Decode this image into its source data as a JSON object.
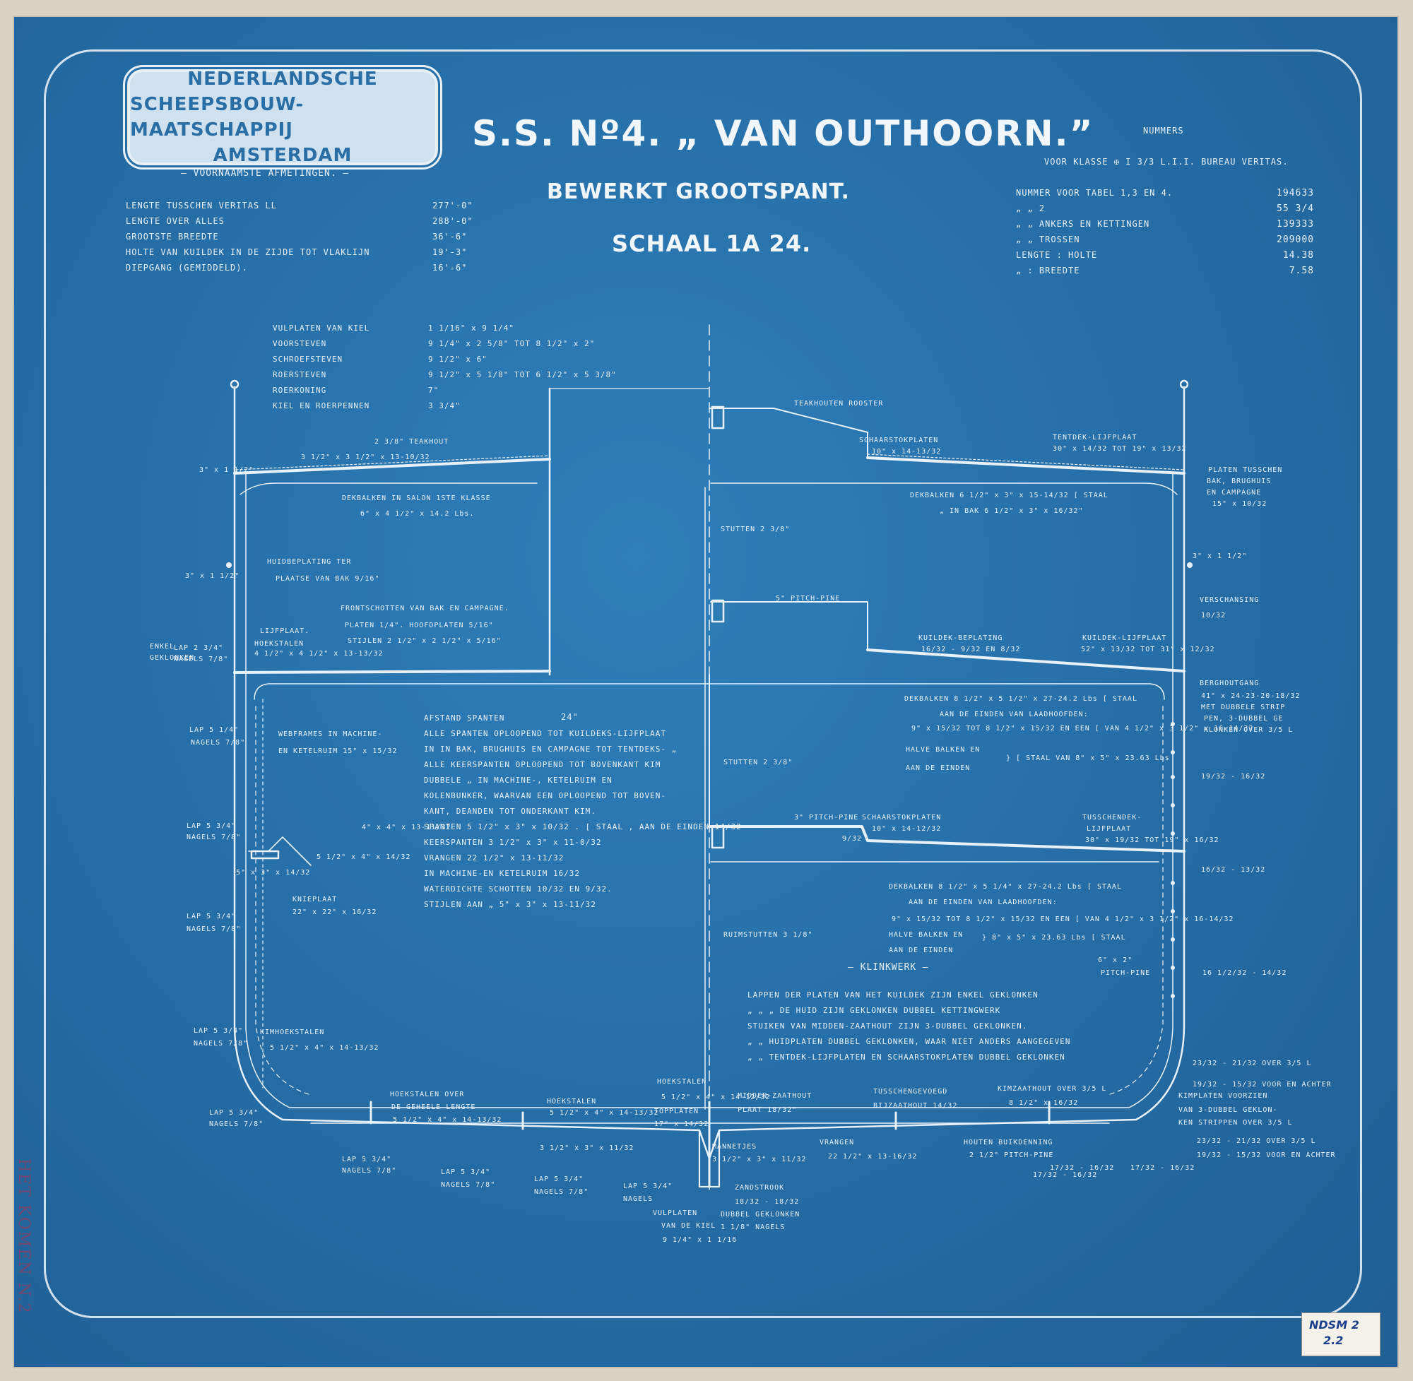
{
  "company": {
    "line1": "NEDERLANDSCHE",
    "line2": "SCHEEPSBOUW-MAATSCHAPPIJ",
    "line3": "AMSTERDAM"
  },
  "title": {
    "main": "S.S. Nº4. „ VAN OUTHOORN.”",
    "sub": "BEWERKT GROOTSPANT.",
    "scale": "SCHAAL 1A 24."
  },
  "dimensions": {
    "heading": "VOORNAAMSTE AFMETINGEN.",
    "rows": [
      {
        "label": "LENGTE TUSSCHEN VERITAS LL",
        "value": "277'-0\""
      },
      {
        "label": "LENGTE OVER ALLES",
        "value": "288'-0\""
      },
      {
        "label": "GROOTSTE BREEDTE",
        "value": "36'-6\""
      },
      {
        "label": "HOLTE VAN KUILDEK IN DE ZIJDE TOT VLAKLIJN",
        "value": "19'-3\""
      },
      {
        "label": "DIEPGANG (GEMIDDELD).",
        "value": "16'-6\""
      }
    ]
  },
  "numbers": {
    "heading": "NUMMERS",
    "class_line": "VOOR KLASSE ✠ I 3/3 L.I.I. BUREAU VERITAS.",
    "rows": [
      {
        "label": "NUMMER VOOR TABEL 1,3 EN 4.",
        "value": "194633"
      },
      {
        "label": "„      „      2",
        "value": "55 3/4"
      },
      {
        "label": "„  „  ANKERS EN KETTINGEN",
        "value": "139333"
      },
      {
        "label": "„  „  TROSSEN",
        "value": "209000"
      },
      {
        "label": "LENGTE : HOLTE",
        "value": "14.38"
      },
      {
        "label": "„  : BREEDTE",
        "value": "7.58"
      }
    ]
  },
  "scantlings": [
    {
      "label": "VULPLATEN VAN KIEL",
      "value": "1 1/16\" x 9 1/4\""
    },
    {
      "label": "VOORSTEVEN",
      "value": "9 1/4\" x 2 5/8\" TOT 8 1/2\" x 2\""
    },
    {
      "label": "SCHROEFSTEVEN",
      "value": "9 1/2\" x 6\""
    },
    {
      "label": "ROERSTEVEN",
      "value": "9 1/2\" x 5 1/8\" TOT 6 1/2\" x 5 3/8\""
    },
    {
      "label": "ROERKONING",
      "value": "7\""
    },
    {
      "label": "KIEL EN ROERPENNEN",
      "value": "3 3/4\""
    }
  ],
  "notes_left": {
    "spacing_label": "AFSTAND SPANTEN",
    "spacing_value": "24\"",
    "lines": [
      "ALLE SPANTEN OPLOOPEND TOT KUILDEKS-LIJFPLAAT",
      "IN IN BAK, BRUGHUIS EN CAMPAGNE TOT TENTDEKS- „",
      "ALLE KEERSPANTEN OPLOOPEND TOT BOVENKANT KIM",
      "DUBBELE   „  IN MACHINE-, KETELRUIM EN",
      "KOLENBUNKER, WAARVAN EEN OPLOOPEND TOT BOVEN-",
      "KANT, DEANDEN TOT ONDERKANT KIM.",
      "SPANTEN 5 1/2\" x 3\" x 10/32 . [ STAAL , AAN DE EINDEN 14/32",
      "KEERSPANTEN 3 1/2\" x 3\" x 11-0/32",
      "VRANGEN   22 1/2\" x 13-11/32",
      "IN MACHINE-EN KETELRUIM 16/32",
      "WATERDICHTE SCHOTTEN 10/32 EN 9/32.",
      "STIJLEN AAN   „   5\" x 3\" x 13-11/32"
    ]
  },
  "klinkwerk": {
    "heading": "KLINKWERK",
    "lines": [
      "LAPPEN DER PLATEN VAN HET KUILDEK ZIJN ENKEL GEKLONKEN",
      "„  „  „  DE HUID ZIJN GEKLONKEN DUBBEL KETTINGWERK",
      "STUIKEN VAN MIDDEN-ZAATHOUT ZIJN 3-DUBBEL GEKLONKEN.",
      "„  „  HUIDPLATEN DUBBEL GEKLONKEN, WAAR NIET ANDERS AANGEGEVEN",
      "„  „  TENTDEK-LIJFPLATEN EN SCHAARSTOKPLATEN DUBBEL GEKLONKEN"
    ]
  },
  "labels": [
    "2 3/8\" TEAKHOUT",
    "3 1/2\" x 3 1/2\" x 13-10/32",
    "DEKBALKEN IN SALON 1STE KLASSE",
    "6\" x 4 1/2\" x 14.2 Lbs.",
    "HUIDBEPLATING TER",
    "PLAATSE VAN BAK 9/16\"",
    "FRONTSCHOTTEN VAN BAK EN CAMPAGNE.",
    "PLATEN 1/4\". HOOFDPLATEN 5/16\"",
    "STIJLEN 2 1/2\" x 2 1/2\" x 5/16\"",
    "LIJFPLAAT.",
    "HOEKSTALEN",
    "4 1/2\" x 4 1/2\" x 13-13/32",
    "ENKEL",
    "GEKLONKEN",
    "LAP 2 3/4\"",
    "NAGELS 7/8\"",
    "3\" x 1 1/2\"",
    "3\" x 1 1/2\"",
    "TEAKHOUTEN ROOSTER",
    "SCHAARSTOKPLATEN",
    "10\" x 14-13/32",
    "TENTDEK-LIJFPLAAT",
    "30\" x 14/32 TOT 19\" x 13/32",
    "PLATEN TUSSCHEN",
    "BAK, BRUGHUIS",
    "EN CAMPAGNE",
    "15\" x 10/32",
    "DEKBALKEN 6 1/2\" x 3\" x 15-14/32 [ STAAL",
    "„  IN BAK 6 1/2\" x 3\" x 16/32\"",
    "STUTTEN 2 3/8\"",
    "3\" x 1 1/2\"",
    "VERSCHANSING",
    "10/32",
    "5\" PITCH-PINE",
    "KUILDEK-BEPLATING",
    "16/32 - 9/32 EN 8/32",
    "KUILDEK-LIJFPLAAT",
    "52\" x 13/32 TOT 31\" x 12/32",
    "BERGHOUTGANG",
    "41\" x 24-23-20-18/32",
    "MET DUBBELE STRIP",
    "PEN, 3-DUBBEL GE",
    "KLONKEN OVER 3/5 L",
    "DEKBALKEN 8 1/2\" x 5 1/2\" x 27-24.2 Lbs [ STAAL",
    "AAN DE EINDEN VAN LAADHOOFDEN:",
    "9\" x 15/32 TOT 8 1/2\" x 15/32 EN EEN [ VAN 4 1/2\" x 3 1/2\" x 16-14/32",
    "HALVE BALKEN EN",
    "AAN DE EINDEN",
    "} [ STAAL VAN 8\" x 5\" x 23.63 Lbs",
    "LAP 5 1/4\"",
    "NAGELS 7/8\"",
    "WEBFRAMES IN MACHINE-",
    "EN KETELRUIM 15\" x 15/32",
    "STUTTEN 2 3/8\"",
    "19/32 - 16/32",
    "LAP 5 3/4\"",
    "NAGELS 7/8\"",
    "4\" x 4\" x 13-11/32",
    "5 1/2\" x 4\" x 14/32",
    "5\" x 3\" x 14/32",
    "KNIEPLAAT",
    "22\" x 22\" x 16/32",
    "3\" PITCH-PINE",
    "SCHAARSTOKPLATEN",
    "10\" x 14-12/32",
    "TUSSCHENDEK-",
    "LIJFPLAAT",
    "30\" x 19/32 TOT 19\" x 16/32",
    "9/32",
    "16/32 - 13/32",
    "DEKBALKEN 8 1/2\" x 5 1/4\" x 27-24.2 Lbs [ STAAL",
    "AAN DE EINDEN VAN LAADHOOFDEN:",
    "9\" x 15/32 TOT 8 1/2\" x 15/32 EN EEN [ VAN 4 1/2\" x 3 1/2\" x 16-14/32",
    "HALVE BALKEN EN",
    "AAN DE EINDEN",
    "} 8\" x 5\" x 23.63 Lbs [ STAAL",
    "LAP 5 3/4\"",
    "NAGELS 7/8\"",
    "RUIMSTUTTEN 3 1/8\"",
    "6\" x 2\"",
    "PITCH-PINE",
    "16 1/2/32 - 14/32",
    "LAP 5 3/4\"",
    "NAGELS 7/8\"",
    "KIMHOEKSTALEN",
    "5 1/2\" x 4\" x 14-13/32",
    "23/32 - 21/32 OVER 3/5 L",
    "19/32 - 15/32 VOOR EN ACHTER",
    "KIMPLATEN VOORZIEN",
    "VAN 3-DUBBEL GEKLON-",
    "KEN STRIPPEN OVER 3/5 L",
    "LAP 5 3/4\"",
    "NAGELS 7/8\"",
    "HOEKSTALEN OVER",
    "DE GEHEELE LENGTE",
    "5 1/2\" x 4\" x 14-13/32",
    "HOEKSTALEN",
    "5 1/2\" x 4\" x 14-13/32",
    "HOEKSTALEN",
    "5 1/2\" x 4\" x 14-12/32",
    "TOPPLATEN",
    "17\" x 14/32",
    "MIDDEN-ZAATHOUT",
    "PLAAT 18/32\"",
    "TUSSCHENGEVOEGD",
    "BIJZAATHOUT 14/32",
    "KIMZAATHOUT OVER 3/5 L",
    "8 1/2\" x 16/32",
    "3 1/2\" x 3\" x 11/32",
    "MANNETJES",
    "3 1/2\" x 3\" x 11/32",
    "VRANGEN",
    "22 1/2\" x 13-16/32",
    "HOUTEN BUIKDENNING",
    "2 1/2\" PITCH-PINE",
    "23/32 - 21/32 OVER 3/5 L",
    "19/32 - 15/32 VOOR EN ACHTER",
    "LAP 5 3/4\"",
    "NAGELS 7/8\"",
    "LAP 5 3/4\"",
    "NAGELS 7/8\"",
    "LAP 5 3/4\"",
    "NAGELS 7/8\"",
    "LAP 5 3/4\"",
    "NAGELS",
    "ZANDSTROOK",
    "18/32 - 18/32",
    "DUBBEL GEKLONKEN",
    "1 1/8\" NAGELS",
    "VULPLATEN",
    "VAN DE KIEL",
    "9 1/4\" x 1 1/16",
    "17/32 - 16/32",
    "17/32 - 16/32",
    "17/32 - 16/32"
  ],
  "stamp": {
    "line1": "NDSM 2",
    "line2": "2.2"
  },
  "side_text": "HET KOMEN N.2"
}
